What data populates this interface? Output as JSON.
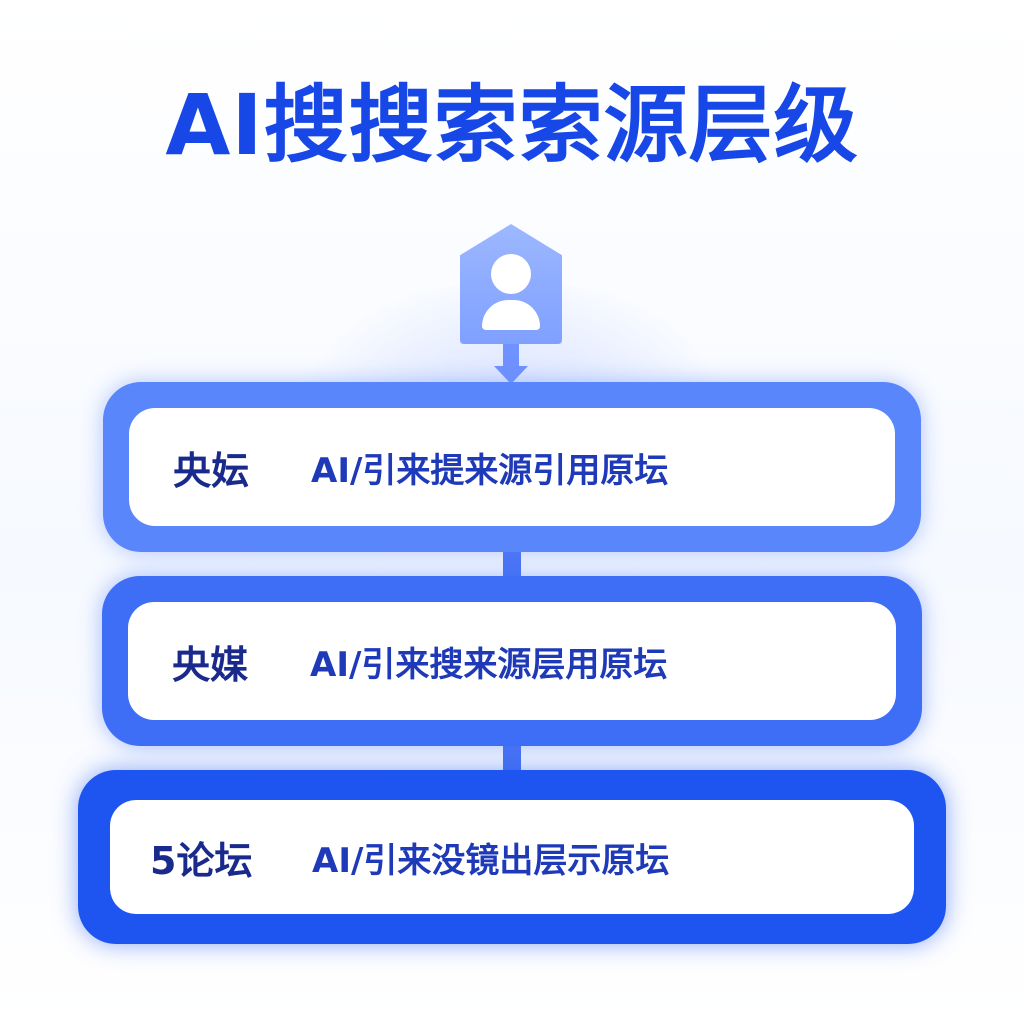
{
  "title": "AI搜搜索索源层级",
  "top_icon": "user-tag-icon",
  "levels": [
    {
      "name": "央妘",
      "description": "AI/引来提来源引用原坛"
    },
    {
      "name": "央媒",
      "description": "AI/引来搜来源层用原坛"
    },
    {
      "name": "5论坛",
      "description": "AI/引来没镜出层示原坛"
    }
  ],
  "colors": {
    "title": "#1747e6",
    "level_1_border": "#5a86fb",
    "level_2_border": "#3f6ef6",
    "level_3_border": "#1e55f0",
    "icon_fill": "#8aa8ff"
  }
}
